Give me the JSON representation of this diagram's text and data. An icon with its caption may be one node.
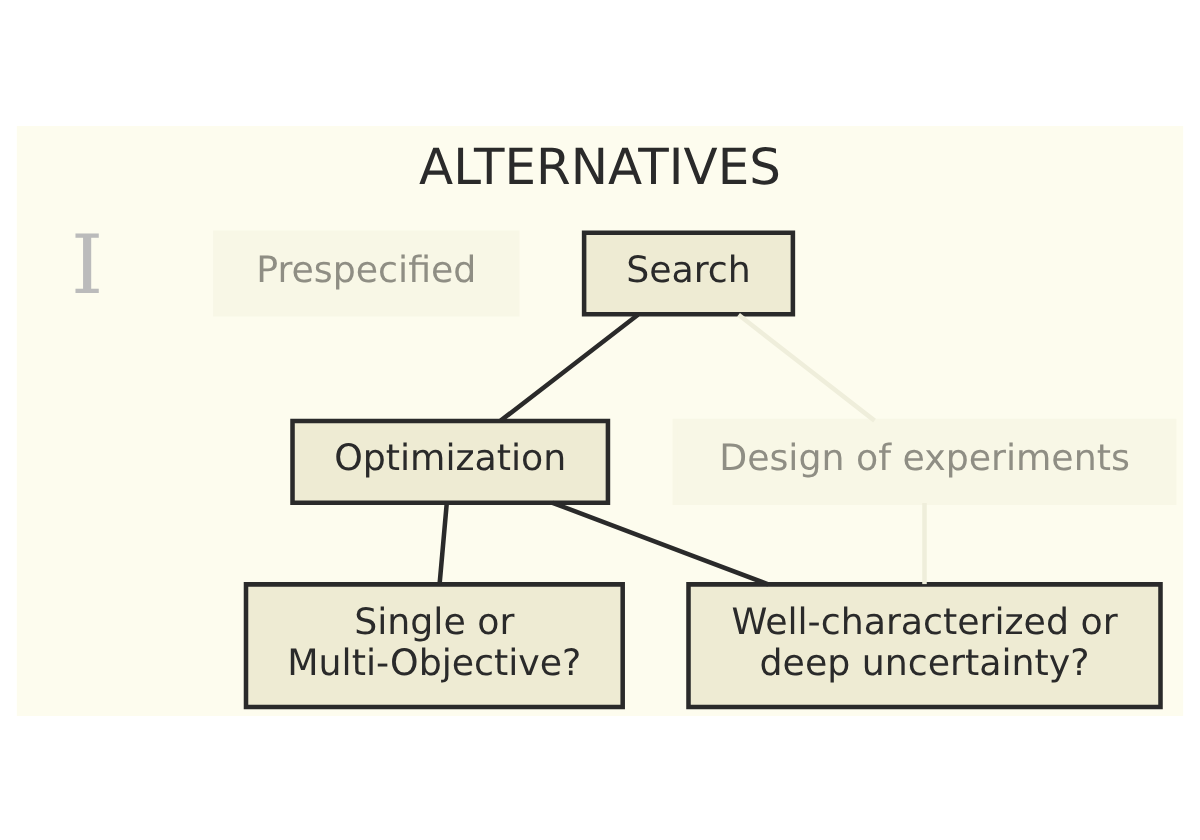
{
  "diagram": {
    "title": "ALTERNATIVES",
    "nodes": [
      {
        "text": [
          "Prespecified"
        ]
      },
      {
        "text": [
          "Search"
        ]
      },
      {
        "text": [
          "Optimization"
        ]
      },
      {
        "text": [
          "Design of experiments"
        ]
      },
      {
        "text": [
          "Single or Multi-Objective?"
        ]
      },
      {
        "text": [
          "Well-characterized or deep uncertainty?"
        ]
      }
    ],
    "edges": [
      {
        "from": 1,
        "to": 2,
        "arrow": "none"
      },
      {
        "from": 1,
        "to": 3,
        "arrow": "none",
        "color": "#efeedb"
      },
      {
        "from": 2,
        "to": 4,
        "arrow": "none"
      },
      {
        "from": 2,
        "to": 5,
        "arrow": "none"
      },
      {
        "from": 3,
        "to": 5,
        "arrow": "none",
        "color": "#efeedb"
      }
    ],
    "labels": [
      "I"
    ]
  }
}
